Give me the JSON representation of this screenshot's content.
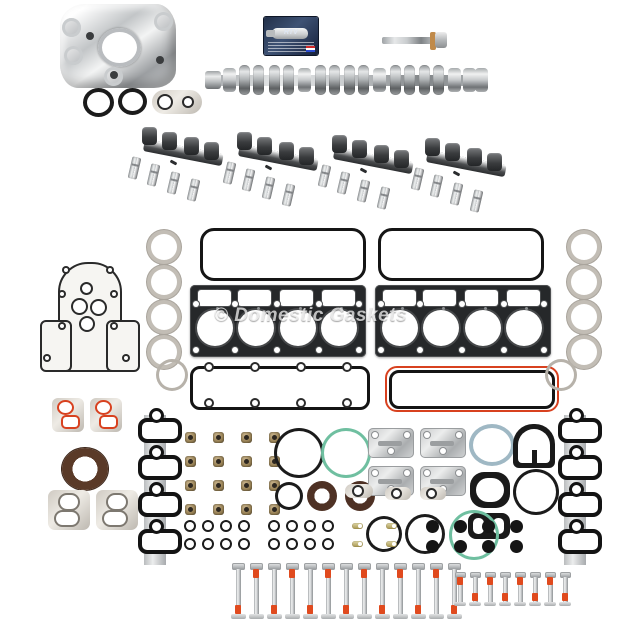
{
  "image": {
    "type": "product-photo",
    "subject": "Engine rebuild / head gasket set with camshaft, lifters, oil pump and head bolts",
    "background_color": "#ffffff",
    "watermark_text": "© Domestic Gaskets",
    "watermark_color": "#ffffff"
  },
  "colors": {
    "background": "#ffffff",
    "rubber_black": "#1b1b1b",
    "gasket_orange": "#d8411f",
    "bolt_red_mark": "#e04a1e",
    "seal_brown": "#6b4a33",
    "oring_green": "#8fd0b4",
    "steel": "#c9ccce",
    "fiber": "#cfcac2"
  },
  "parts": [
    {
      "id": "oil-pump",
      "label": "Oil Pump",
      "qty": 1,
      "finish": "aluminum"
    },
    {
      "id": "rtv-sealant",
      "label": "RTV Silicone Sealant",
      "qty": 1,
      "finish": "boxed-tube"
    },
    {
      "id": "camshaft-bolt",
      "label": "Camshaft Bolt",
      "qty": 1,
      "finish": "steel"
    },
    {
      "id": "camshaft",
      "label": "Camshaft",
      "qty": 1,
      "finish": "hardened-steel"
    },
    {
      "id": "oil-pump-oring",
      "label": "Oil Pump O-Ring",
      "qty": 2,
      "finish": "rubber"
    },
    {
      "id": "oil-pump-pickup-gasket",
      "label": "Oil Pickup Tube Gasket",
      "qty": 1,
      "finish": "fiber"
    },
    {
      "id": "lifter-tray",
      "label": "Lifter Guide Tray",
      "qty": 4,
      "finish": "black-plastic"
    },
    {
      "id": "valve-lifter",
      "label": "Hydraulic Roller Lifter",
      "qty": 16,
      "finish": "steel"
    },
    {
      "id": "lifter-retainer-clip",
      "label": "Lifter Tray Retainer Clip",
      "qty": 4,
      "finish": "black-steel"
    },
    {
      "id": "valve-cover-gasket",
      "label": "Valve Cover Gasket",
      "qty": 2,
      "finish": "rubber"
    },
    {
      "id": "head-gasket",
      "label": "Cylinder Head Gasket (MLS)",
      "qty": 2,
      "finish": "multi-layer-steel"
    },
    {
      "id": "exhaust-manifold-gasket",
      "label": "Exhaust Manifold Gasket",
      "qty": 2,
      "finish": "fiber-steel"
    },
    {
      "id": "timing-cover-gasket",
      "label": "Timing Cover Gasket",
      "qty": 1,
      "finish": "fiber"
    },
    {
      "id": "intake-manifold-gasket",
      "label": "Intake Manifold Gasket",
      "qty": 2,
      "finish": "alloy-rubber"
    },
    {
      "id": "oil-pan-gasket",
      "label": "Oil Pan Gasket",
      "qty": 1,
      "finish": "rubber-orange"
    },
    {
      "id": "lower-intake-gasket",
      "label": "Lower Intake / Valley Gasket",
      "qty": 1,
      "finish": "rubber-black"
    },
    {
      "id": "water-pump-gasket",
      "label": "Water Pump Gasket",
      "qty": 2,
      "finish": "fiber-orange"
    },
    {
      "id": "crank-seal-rear",
      "label": "Rear Main Crankshaft Seal",
      "qty": 1,
      "finish": "brown-rubber"
    },
    {
      "id": "crank-seal-front",
      "label": "Front Crankshaft Seal",
      "qty": 1,
      "finish": "brown-rubber"
    },
    {
      "id": "cam-seal",
      "label": "Camshaft Seal",
      "qty": 1,
      "finish": "brown-rubber"
    },
    {
      "id": "valve-stem-seal",
      "label": "Valve Stem Seal",
      "qty": 16,
      "finish": "viton-tan"
    },
    {
      "id": "knock-sensor-plate",
      "label": "Knock Sensor Cover Plate",
      "qty": 4,
      "finish": "steel"
    },
    {
      "id": "throttle-body-gasket",
      "label": "Throttle Body Gasket",
      "qty": 1,
      "finish": "rubber"
    },
    {
      "id": "water-outlet-gasket",
      "label": "Water Outlet Gasket",
      "qty": 1,
      "finish": "rubber"
    },
    {
      "id": "oil-filter-oring",
      "label": "Oil Filter Adapter O-Ring",
      "qty": 4,
      "finish": "rubber"
    },
    {
      "id": "green-oring",
      "label": "Coolant Crossover O-Ring",
      "qty": 1,
      "finish": "green-rubber"
    },
    {
      "id": "head-bolt-long",
      "label": "Cylinder Head Bolt - Long",
      "qty": 20,
      "finish": "steel-torque-to-yield"
    },
    {
      "id": "head-bolt-short",
      "label": "Cylinder Head Bolt - Short",
      "qty": 10,
      "finish": "steel-torque-to-yield"
    },
    {
      "id": "rocker-bolt",
      "label": "Rocker Arm Bolt",
      "qty": 8,
      "finish": "steel"
    },
    {
      "id": "small-oring",
      "label": "Assorted Small O-Ring",
      "qty": 16,
      "finish": "rubber"
    },
    {
      "id": "brass-insert",
      "label": "Brass Coolant Insert",
      "qty": 4,
      "finish": "brass"
    },
    {
      "id": "plug-grommet",
      "label": "Rubber Plug / Grommet",
      "qty": 8,
      "finish": "rubber"
    }
  ]
}
